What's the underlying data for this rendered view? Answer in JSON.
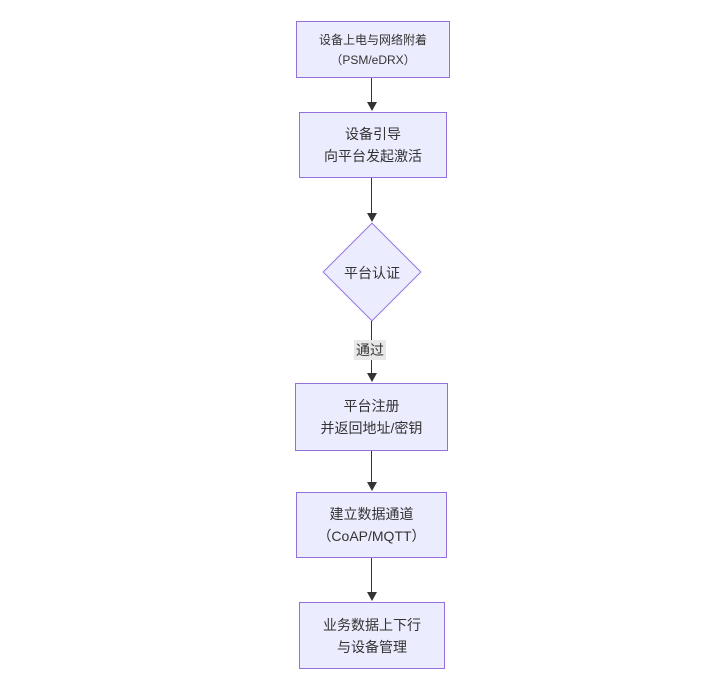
{
  "diagram": {
    "type": "flowchart-top-down",
    "background": "#ffffff",
    "colors": {
      "node_fill": "#ECECFF",
      "node_border": "#9370DB",
      "arrow": "#333333",
      "edge_label_bg": "#e8e8e8",
      "text": "#333333"
    },
    "nodes": [
      {
        "id": "A",
        "shape": "rect",
        "lines": [
          "设备上电与网络附着",
          "（PSM/eDRX）"
        ]
      },
      {
        "id": "B",
        "shape": "rect",
        "lines": [
          "设备引导",
          "向平台发起激活"
        ]
      },
      {
        "id": "C",
        "shape": "diamond",
        "lines": [
          "平台认证"
        ]
      },
      {
        "id": "D",
        "shape": "rect",
        "lines": [
          "平台注册",
          "并返回地址/密钥"
        ]
      },
      {
        "id": "E",
        "shape": "rect",
        "lines": [
          "建立数据通道",
          "（CoAP/MQTT）"
        ]
      },
      {
        "id": "F",
        "shape": "rect",
        "lines": [
          "业务数据上下行",
          "与设备管理"
        ]
      }
    ],
    "edges": [
      {
        "from": "A",
        "to": "B",
        "label": ""
      },
      {
        "from": "B",
        "to": "C",
        "label": ""
      },
      {
        "from": "C",
        "to": "D",
        "label": "通过"
      },
      {
        "from": "D",
        "to": "E",
        "label": ""
      },
      {
        "from": "E",
        "to": "F",
        "label": ""
      }
    ]
  }
}
